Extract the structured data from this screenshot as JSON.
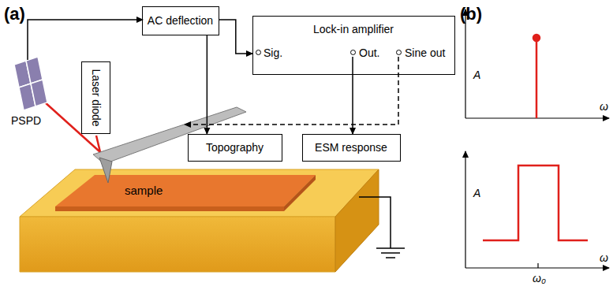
{
  "diagram": {
    "nodes": [
      {
        "text": [
          "AC deflection"
        ]
      },
      {
        "text": [
          "Lock-in amplifier",
          "Sig.",
          "Out.",
          "Sine out"
        ]
      },
      {
        "text": [
          "Laser diode"
        ]
      },
      {
        "text": [
          "Topography"
        ]
      },
      {
        "text": [
          "ESM response"
        ]
      }
    ],
    "edges": [
      {
        "from": 0,
        "to": 1,
        "arrow": "to"
      },
      {
        "from": 0,
        "to": 3,
        "arrow": "to"
      },
      {
        "from": 1,
        "to": 4,
        "arrow": "to"
      }
    ],
    "labels": [
      "(a)",
      "PSPD",
      "sample",
      "(b)",
      "A",
      "ω",
      "A",
      "ω",
      "ω₀"
    ]
  }
}
